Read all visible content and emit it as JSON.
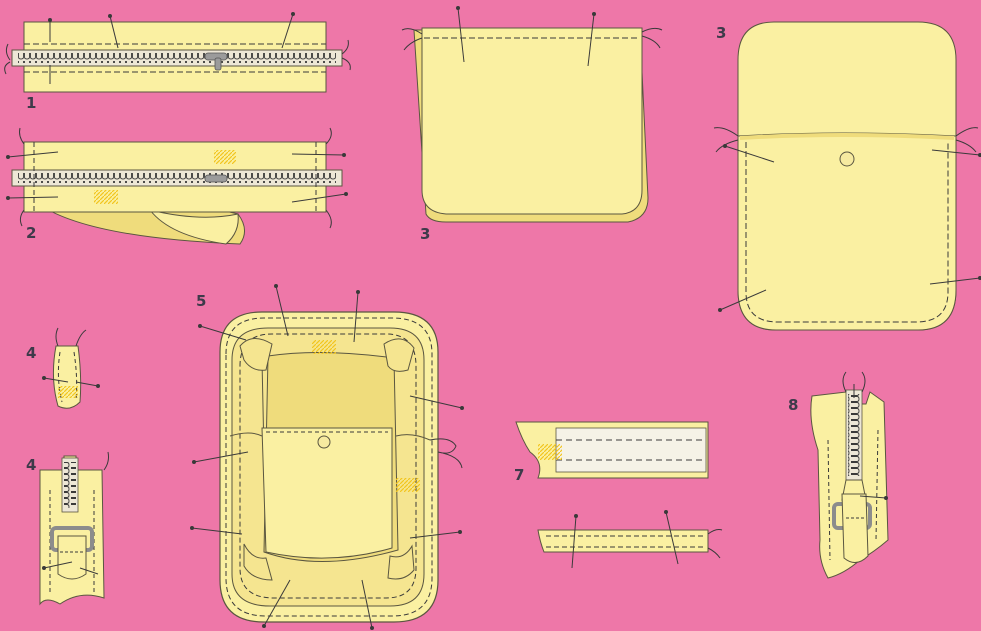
{
  "colors": {
    "background": "#EE77A8",
    "fabric": "#FAF0A2",
    "fabric_shadow": "#EFDC7C",
    "stitch": "#3a3a3a",
    "glue_mark": "#F2D02C",
    "zipper_tape": "#EDE7D6",
    "metal": "#9B9B9B",
    "thread": "#3a3a3a"
  },
  "step_labels": {
    "s1": "1",
    "s2": "2",
    "s3a": "3",
    "s3b": "3",
    "s4a": "4",
    "s4b": "4",
    "s5": "5",
    "s7": "7",
    "s8": "8"
  }
}
